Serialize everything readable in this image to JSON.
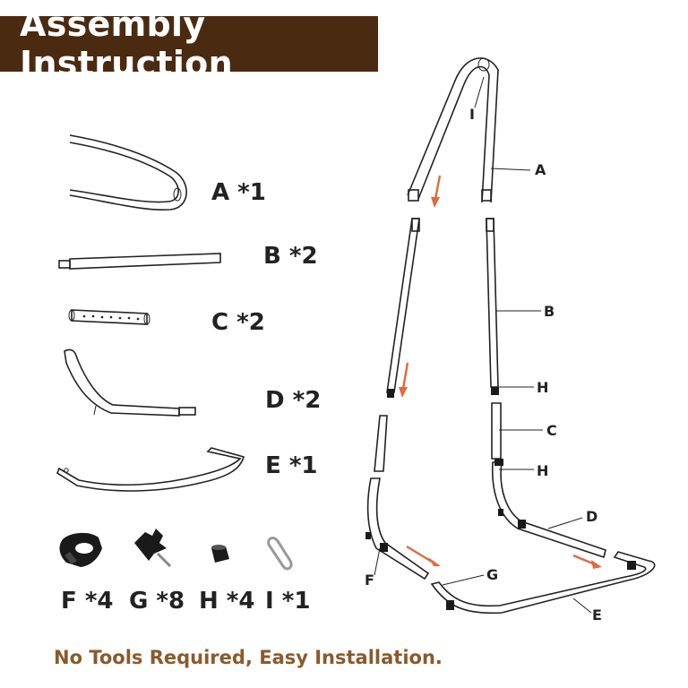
{
  "title": "Assembly Instruction",
  "parts": [
    {
      "key": "A",
      "label": "A *1"
    },
    {
      "key": "B",
      "label": "B *2"
    },
    {
      "key": "C",
      "label": "C *2"
    },
    {
      "key": "D",
      "label": "D *2"
    },
    {
      "key": "E",
      "label": "E *1"
    },
    {
      "key": "F",
      "label": "F *4"
    },
    {
      "key": "G",
      "label": "G *8"
    },
    {
      "key": "H",
      "label": "H *4"
    },
    {
      "key": "I",
      "label": "I *1"
    }
  ],
  "callouts": {
    "I": "I",
    "A": "A",
    "B": "B",
    "H1": "H",
    "C": "C",
    "H2": "H",
    "D": "D",
    "F": "F",
    "G": "G",
    "E": "E"
  },
  "footer": "No Tools Required, Easy Installation.",
  "colors": {
    "banner": "#4a2a10",
    "arrow": "#e06a3e",
    "footer_text": "#8a5a2b"
  },
  "icons": [
    "knob-clamp-icon",
    "bolt-knob-icon",
    "end-cap-icon",
    "carabiner-icon"
  ]
}
